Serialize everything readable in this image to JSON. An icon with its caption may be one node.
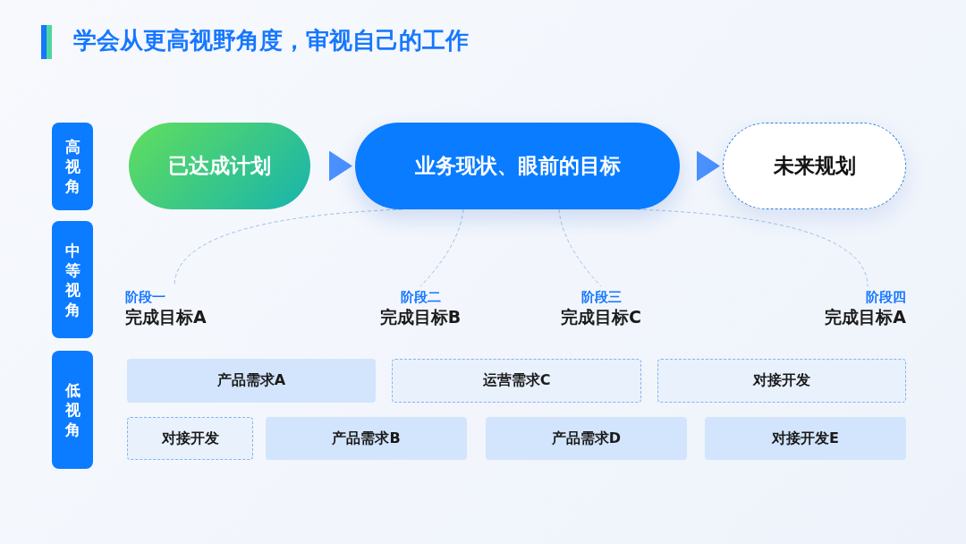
{
  "diagram": {
    "title": "学会从更高视野角度，审视自己的工作",
    "nodes": [
      {
        "text": [
          "高视角"
        ]
      },
      {
        "text": [
          "中等视角"
        ]
      },
      {
        "text": [
          "低视角"
        ]
      },
      {
        "text": [
          "已达成计划"
        ]
      },
      {
        "text": [
          "业务现状、眼前的目标"
        ]
      },
      {
        "text": [
          "未来规划"
        ]
      },
      {
        "text": [
          "阶段一",
          "完成目标A"
        ]
      },
      {
        "text": [
          "阶段二",
          "完成目标B"
        ]
      },
      {
        "text": [
          "阶段三",
          "完成目标C"
        ]
      },
      {
        "text": [
          "阶段四",
          "完成目标A"
        ]
      },
      {
        "text": [
          "产品需求A"
        ]
      },
      {
        "text": [
          "运营需求C"
        ]
      },
      {
        "text": [
          "对接开发"
        ]
      },
      {
        "text": [
          "对接开发"
        ]
      },
      {
        "text": [
          "产品需求B"
        ]
      },
      {
        "text": [
          "产品需求D"
        ]
      },
      {
        "text": [
          "对接开发E"
        ]
      }
    ],
    "edges": [
      {
        "from": 3,
        "to": 4,
        "arrow": "to"
      },
      {
        "from": 4,
        "to": 5,
        "arrow": "to"
      },
      {
        "from": 4,
        "to": 6,
        "arrow": "none",
        "style": "dashed"
      },
      {
        "from": 4,
        "to": 7,
        "arrow": "none",
        "style": "dashed"
      },
      {
        "from": 4,
        "to": 8,
        "arrow": "none",
        "style": "dashed"
      },
      {
        "from": 4,
        "to": 9,
        "arrow": "none",
        "style": "dashed"
      }
    ]
  }
}
